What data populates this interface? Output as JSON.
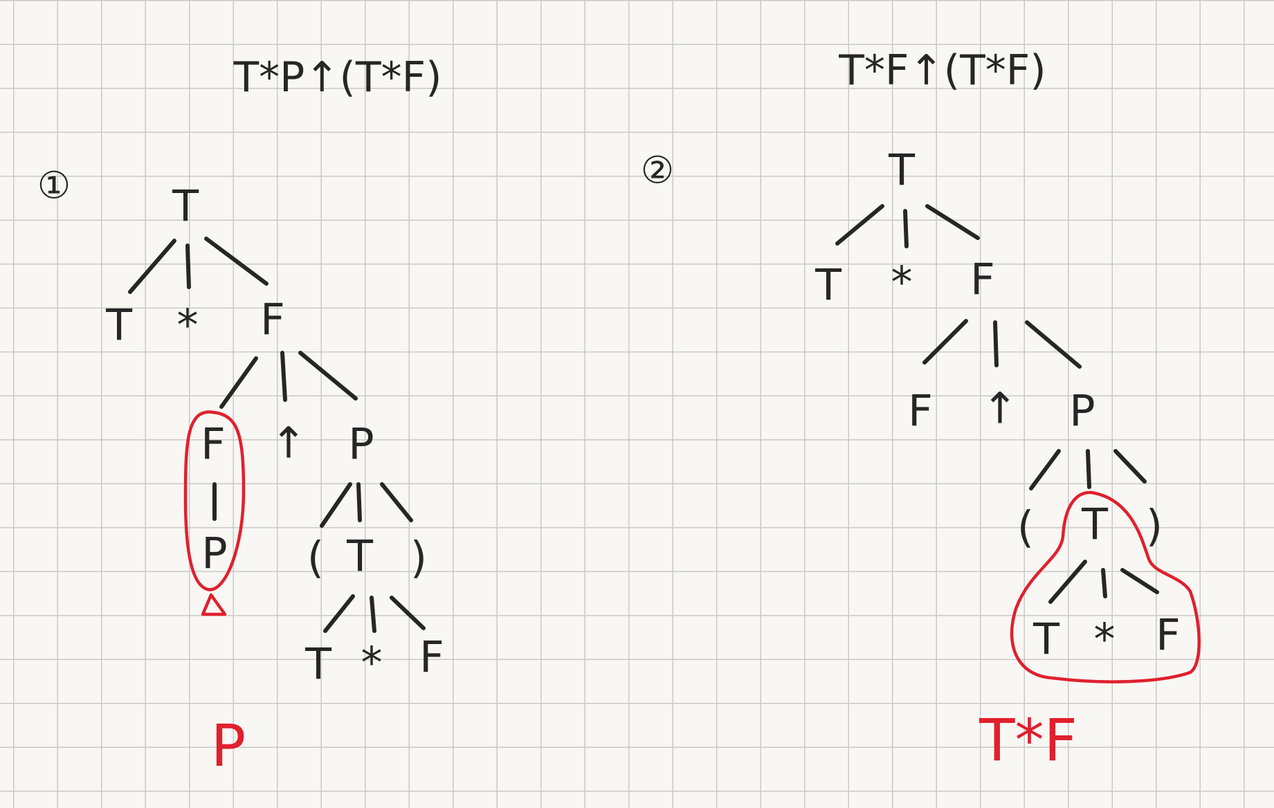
{
  "diagram_1": {
    "expression": "T*P↑(T*F)",
    "marker": "①",
    "nodes": {
      "root": "T",
      "l1_left": "T",
      "l1_mid": "*",
      "l1_right": "F",
      "l2_left": "F",
      "l2_mid": "↑",
      "l2_right": "P",
      "l3_below_f": "P",
      "l3_lparen": "(",
      "l3_mid": "T",
      "l3_rparen": ")",
      "l4_left": "T",
      "l4_mid": "*",
      "l4_right": "F"
    },
    "answer": "P"
  },
  "diagram_2": {
    "expression": "T*F↑(T*F)",
    "marker": "②",
    "nodes": {
      "root": "T",
      "l1_left": "T",
      "l1_mid": "*",
      "l1_right": "F",
      "l2_left": "F",
      "l2_mid": "↑",
      "l2_right": "P",
      "l3_lparen": "(",
      "l3_mid": "T",
      "l3_rparen": ")",
      "l4_left": "T",
      "l4_mid": "*",
      "l4_right": "F"
    },
    "answer": "T*F"
  },
  "colors": {
    "ink": "#262626",
    "highlight": "#e0202e",
    "paper": "#f9f7f3",
    "grid": "#c9c9c9"
  }
}
